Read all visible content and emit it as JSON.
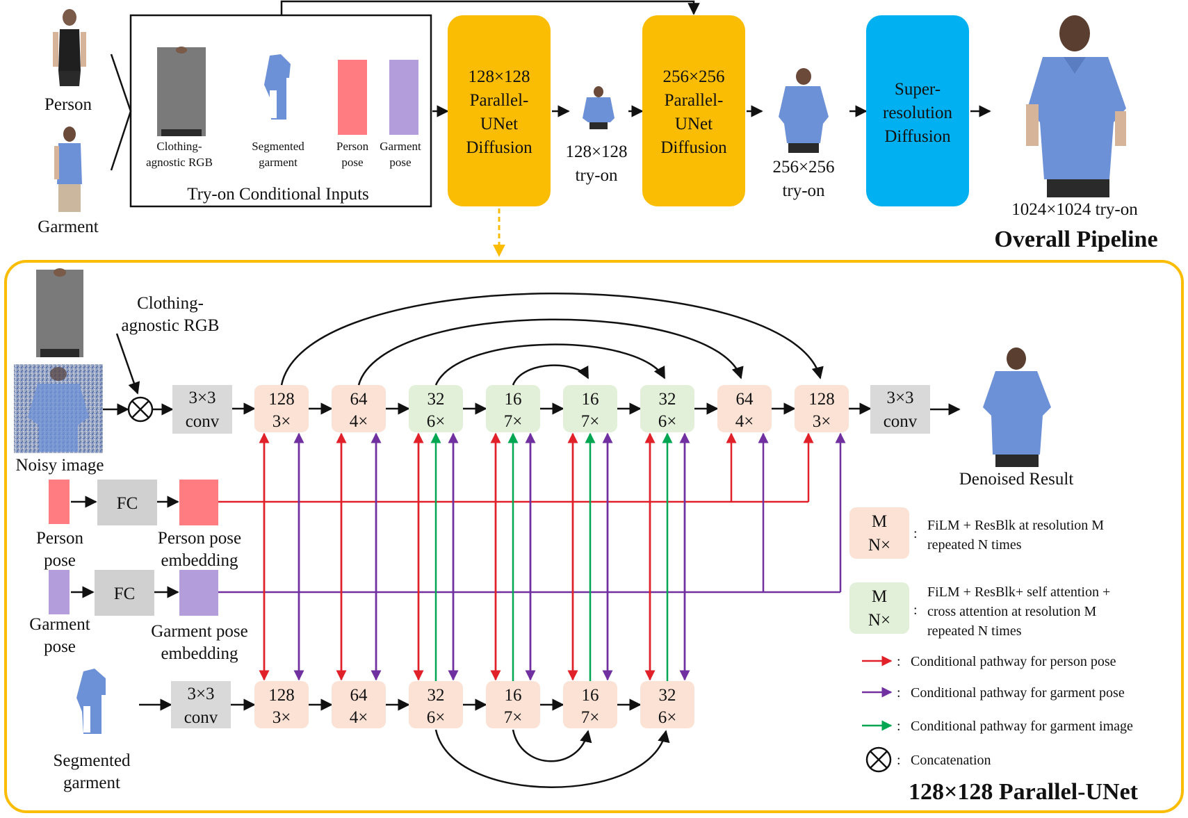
{
  "pipeline": {
    "person_label": "Person",
    "garment_label": "Garment",
    "inputs_box": {
      "title": "Try-on Conditional Inputs",
      "items": [
        {
          "line1": "Clothing-",
          "line2": "agnostic RGB"
        },
        {
          "line1": "Segmented",
          "line2": "garment"
        },
        {
          "line1": "Person",
          "line2": "pose"
        },
        {
          "line1": "Garment",
          "line2": "pose"
        }
      ]
    },
    "stages": [
      {
        "lines": [
          "128×128",
          "Parallel-",
          "UNet",
          "Diffusion"
        ],
        "color": "#fbbc04"
      },
      {
        "lines": [
          "256×256",
          "Parallel-",
          "UNet",
          "Diffusion"
        ],
        "color": "#fbbc04"
      },
      {
        "lines": [
          "Super-",
          "resolution",
          "Diffusion"
        ],
        "color": "#00b0f0"
      }
    ],
    "outputs": [
      {
        "line1": "128×128",
        "line2": "try-on"
      },
      {
        "line1": "256×256",
        "line2": "try-on"
      },
      {
        "line1": "1024×1024 try-on",
        "line2": ""
      }
    ],
    "title": "Overall Pipeline"
  },
  "unet": {
    "title": "128×128 Parallel-UNet",
    "labels": {
      "clothing_agnostic": [
        "Clothing-",
        "agnostic RGB"
      ],
      "noisy_image": "Noisy image",
      "person_pose": [
        "Person",
        "pose"
      ],
      "person_pose_embedding": [
        "Person pose",
        "embedding"
      ],
      "garment_pose": [
        "Garment",
        "pose"
      ],
      "garment_pose_embedding": [
        "Garment pose",
        "embedding"
      ],
      "segmented_garment": [
        "Segmented",
        "garment"
      ],
      "denoised_result": "Denoised Result",
      "fc": "FC"
    },
    "conv_label": [
      "3×3",
      "conv"
    ],
    "top_blocks": [
      {
        "m": "128",
        "n": "3×",
        "kind": "film"
      },
      {
        "m": "64",
        "n": "4×",
        "kind": "film"
      },
      {
        "m": "32",
        "n": "6×",
        "kind": "attn"
      },
      {
        "m": "16",
        "n": "7×",
        "kind": "attn"
      },
      {
        "m": "16",
        "n": "7×",
        "kind": "attn"
      },
      {
        "m": "32",
        "n": "6×",
        "kind": "attn"
      },
      {
        "m": "64",
        "n": "4×",
        "kind": "film"
      },
      {
        "m": "128",
        "n": "3×",
        "kind": "film"
      }
    ],
    "bottom_blocks": [
      {
        "m": "128",
        "n": "3×",
        "kind": "film"
      },
      {
        "m": "64",
        "n": "4×",
        "kind": "film"
      },
      {
        "m": "32",
        "n": "6×",
        "kind": "film"
      },
      {
        "m": "16",
        "n": "7×",
        "kind": "film"
      },
      {
        "m": "16",
        "n": "7×",
        "kind": "film"
      },
      {
        "m": "32",
        "n": "6×",
        "kind": "film"
      }
    ]
  },
  "legend": {
    "film_block": {
      "m": "M",
      "n": "N×",
      "lines": [
        "FiLM + ResBlk at resolution M",
        "repeated N times"
      ]
    },
    "attn_block": {
      "m": "M",
      "n": "N×",
      "lines": [
        "FiLM + ResBlk+ self attention +",
        "cross attention at resolution M",
        "repeated N times"
      ]
    },
    "person_pose_path": "Conditional pathway for person pose",
    "garment_pose_path": "Conditional pathway for garment pose",
    "garment_image_path": "Conditional pathway for garment image",
    "concat": "Concatenation",
    "colon": ":"
  },
  "colors": {
    "film_block": "#fbe2d5",
    "attn_block": "#e2f0d9",
    "conv": "#d9d9d9",
    "fc": "#d0d0d0",
    "person_pose": "#ff7c80",
    "garment_pose": "#b39ddb",
    "red": "#e0212a",
    "purple": "#7030a0",
    "green": "#00a651",
    "yellow": "#fbbc04",
    "blue": "#00b0f0",
    "shirt": "#6d91d6",
    "gray_img": "#7a7a7a"
  }
}
